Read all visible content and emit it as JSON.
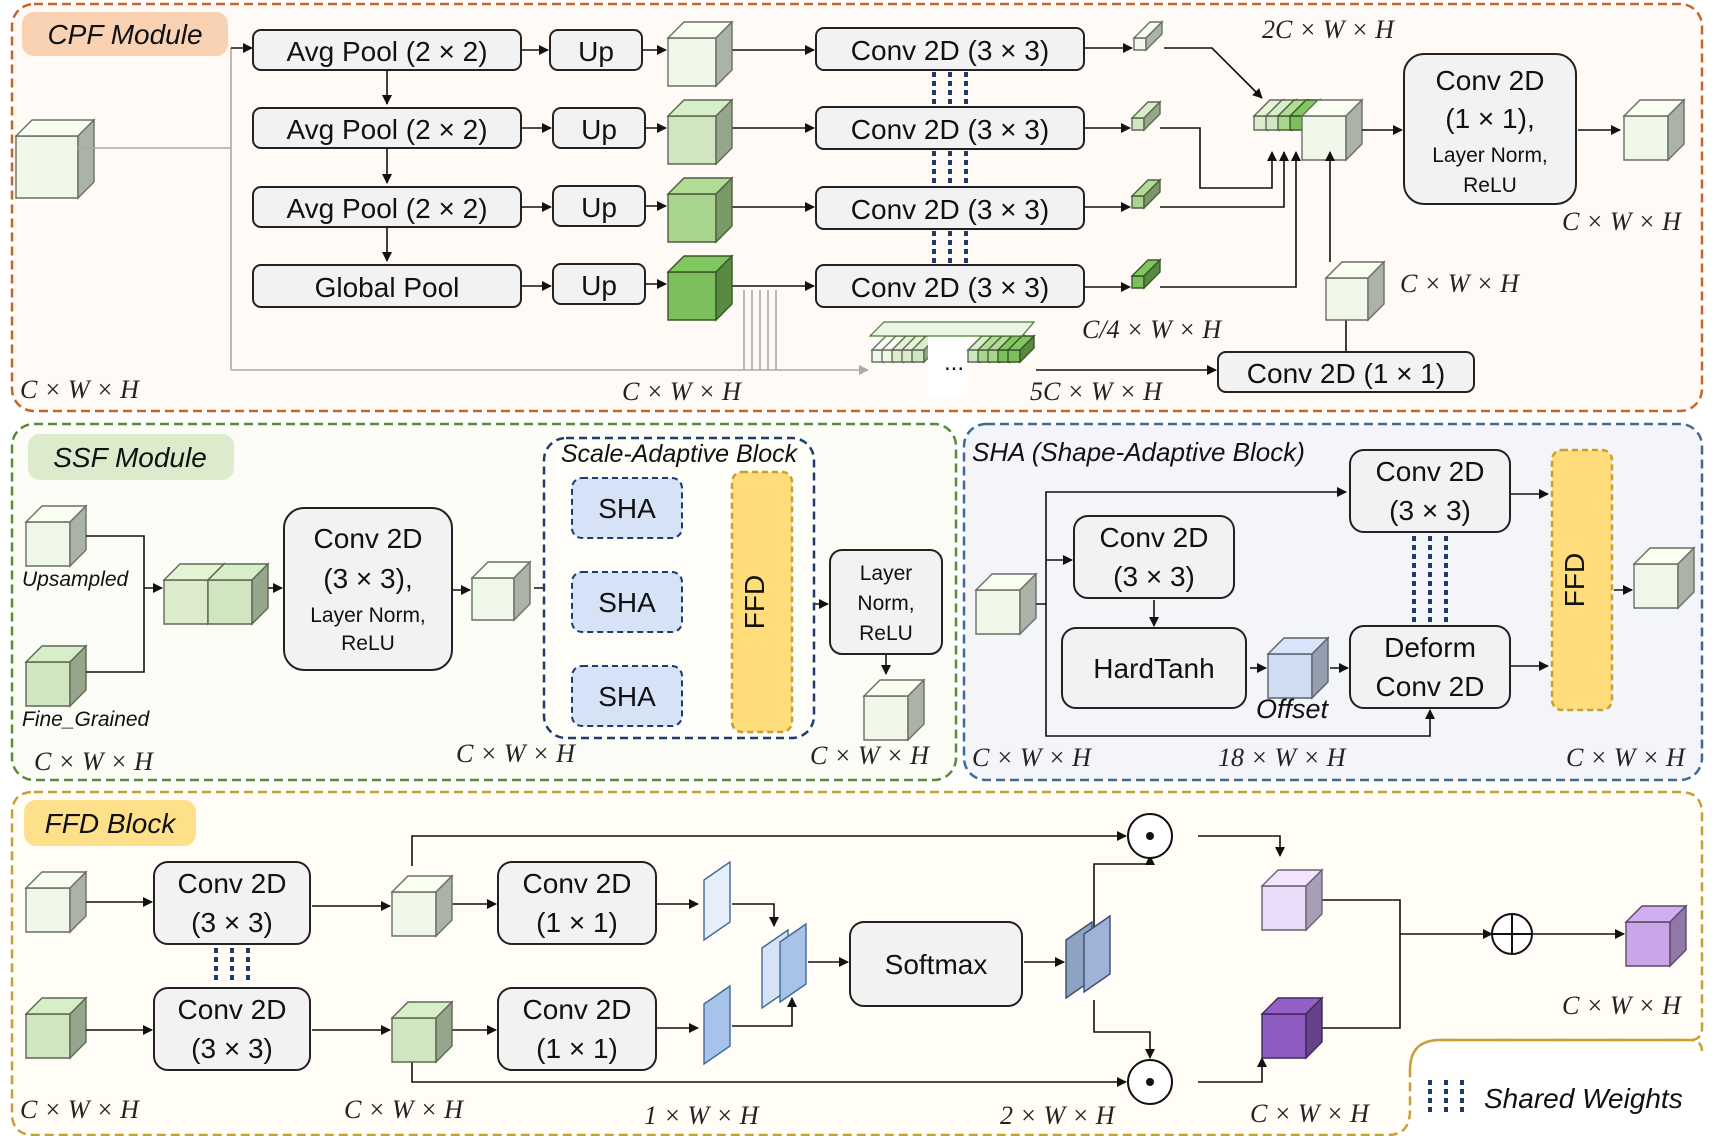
{
  "colors": {
    "cpf_border": "#c8642a",
    "cpf_bg": "#fffaf6",
    "cpf_tag": "#f9d2b4",
    "ssf_border": "#5a8a3a",
    "ssf_bg": "#fcfcf7",
    "ssf_tag": "#dcebcc",
    "sha_border": "#3f6a96",
    "sha_bg": "#f3f5f9",
    "ffd_border": "#c8a032",
    "ffd_bg": "#fffdf6",
    "ffd_tag": "#ffe08a",
    "box_fill": "#f2f2f2",
    "sha_fill": "#d6e2f5",
    "ffd_fill": "#ffdd7a",
    "shared_dots": "#1f3b6e"
  },
  "cpf": {
    "title": "CPF Module",
    "pool_boxes": [
      "Avg Pool (2 × 2)",
      "Avg Pool (2 × 2)",
      "Avg Pool (2 × 2)",
      "Global Pool"
    ],
    "up_boxes": [
      "Up",
      "Up",
      "Up",
      "Up"
    ],
    "conv_boxes": [
      "Conv 2D (3 × 3)",
      "Conv 2D (3 × 3)",
      "Conv 2D (3 × 3)",
      "Conv 2D (3 × 3)"
    ],
    "conv1x1": "Conv 2D (1 × 1)",
    "out_box": [
      "Conv 2D",
      "(1 × 1),",
      "Layer Norm,",
      "ReLU"
    ],
    "dims": {
      "in": "C × W × H",
      "mid": "C × W × H",
      "five_c": "5C × W × H",
      "quarter": "C/4 × W × H",
      "two_c": "2C × W × H",
      "branch": "C × W × H",
      "out": "C × W × H"
    },
    "ellipsis": "..."
  },
  "ssf": {
    "title": "SSF Module",
    "upsampled": "Upsampled",
    "fine": "Fine_Grained",
    "conv_box": [
      "Conv 2D",
      "(3 × 3),",
      "Layer Norm,",
      "ReLU"
    ],
    "sab_title": "Scale-Adaptive Block",
    "sha_boxes": [
      "SHA",
      "SHA",
      "SHA"
    ],
    "ffd": "FFD",
    "ln_box": [
      "Layer",
      "Norm,",
      "ReLU"
    ],
    "dims": {
      "in": "C × W × H",
      "mid": "C × W × H",
      "out": "C × W × H"
    }
  },
  "sha": {
    "title": "SHA (Shape-Adaptive Block)",
    "conv_top": [
      "Conv 2D",
      "(3 × 3)"
    ],
    "conv_mid": [
      "Conv 2D",
      "(3 × 3)"
    ],
    "hardtanh": "HardTanh",
    "offset": "Offset",
    "deform": [
      "Deform",
      "Conv 2D"
    ],
    "ffd": "FFD",
    "dims": {
      "in": "C × W × H",
      "offset": "18 × W × H",
      "out": "C × W × H"
    }
  },
  "ffd": {
    "title": "FFD Block",
    "conv3_top": [
      "Conv 2D",
      "(3 × 3)"
    ],
    "conv3_bot": [
      "Conv 2D",
      "(3 × 3)"
    ],
    "conv1_top": [
      "Conv 2D",
      "(1 × 1)"
    ],
    "conv1_bot": [
      "Conv 2D",
      "(1 × 1)"
    ],
    "softmax": "Softmax",
    "dims": {
      "in": "C × W × H",
      "mid": "C × W × H",
      "one": "1 × W × H",
      "two": "2 × W × H",
      "prod": "C × W × H",
      "out": "C × W × H"
    },
    "legend": "Shared Weights"
  }
}
